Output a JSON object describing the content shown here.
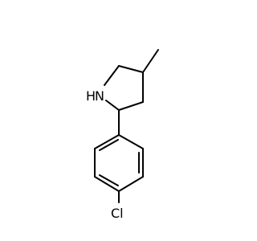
{
  "molecule": {
    "atoms": {
      "nitrogen": "N",
      "hydrogen": "H",
      "chlorine": "Cl"
    },
    "colors": {
      "bond": "#000000",
      "label": "#000000",
      "background": "#ffffff"
    }
  }
}
